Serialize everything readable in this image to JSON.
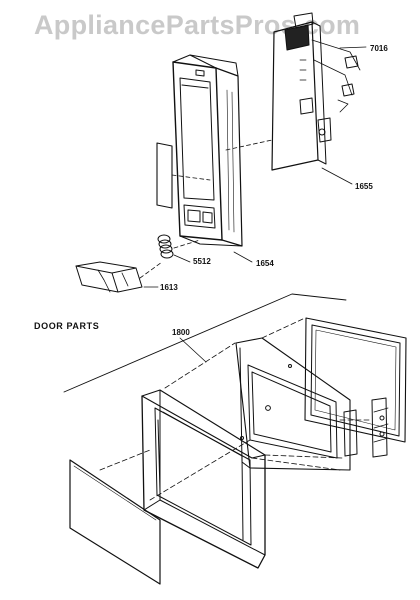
{
  "watermark": "AppliancePartsPros.com",
  "section_title": "DOOR PARTS",
  "callouts": {
    "part_7016": "7016",
    "part_1655": "1655",
    "part_5512": "5512",
    "part_1654": "1654",
    "part_1613": "1613",
    "part_1800": "1800"
  }
}
